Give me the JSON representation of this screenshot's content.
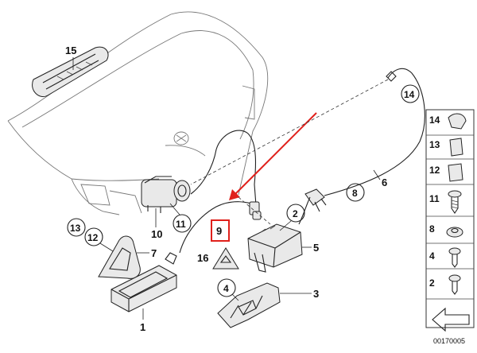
{
  "diagram": {
    "doc_number": "00170005",
    "callouts": {
      "c15": "15",
      "c14": "14",
      "c13": "13",
      "c12": "12",
      "c11": "11",
      "c10": "10",
      "c9": "9",
      "c8": "8",
      "c7": "7",
      "c6": "6",
      "c5": "5",
      "c4": "4",
      "c3": "3",
      "c2": "2",
      "c1": "1",
      "c16": "16"
    },
    "legend": [
      "14",
      "13",
      "12",
      "11",
      "8",
      "4",
      "2"
    ],
    "colors": {
      "highlight": "#e0201b",
      "line": "#222222"
    }
  }
}
